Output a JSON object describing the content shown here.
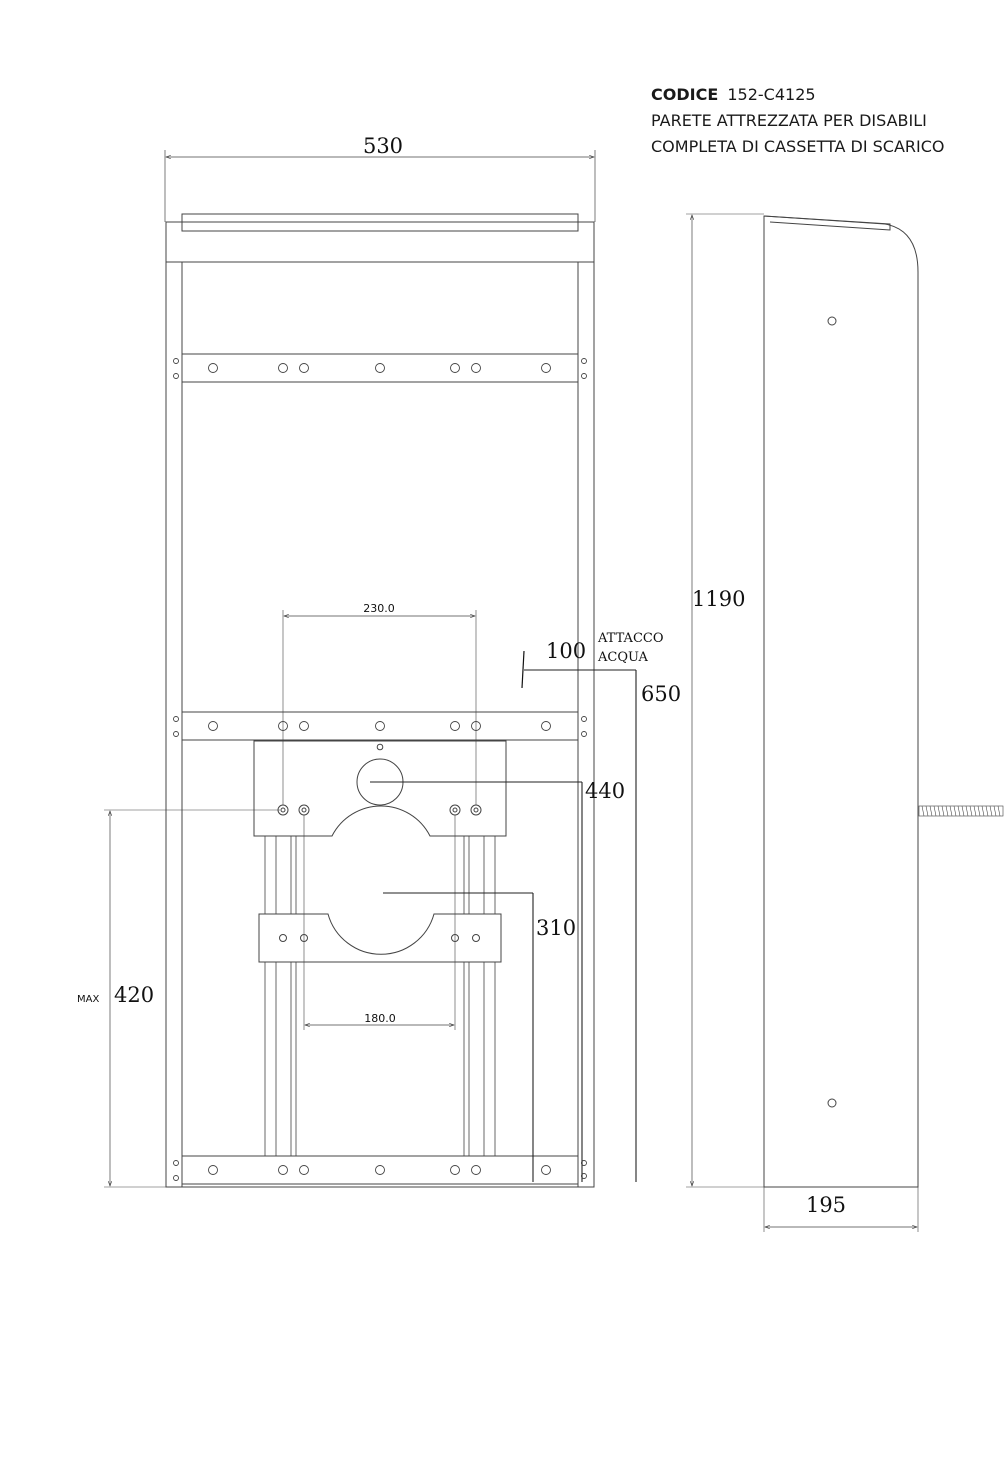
{
  "header": {
    "code_label": "CODICE",
    "code_value": "152-C4125",
    "line1": "PARETE ATTREZZATA PER DISABILI",
    "line2": "COMPLETA DI CASSETTA DI SCARICO"
  },
  "front_view": {
    "width": "530",
    "holes_top_spacing": "230.0",
    "holes_bottom_spacing": "180.0",
    "water_offset": "100",
    "water_label_1": "ATTACCO",
    "water_label_2": "ACQUA",
    "water_height": "650",
    "upper_pipe_height": "440",
    "lower_pipe_height": "310",
    "max_label": "MAX",
    "max_height": "420"
  },
  "side_view": {
    "height": "1190",
    "depth": "195"
  }
}
